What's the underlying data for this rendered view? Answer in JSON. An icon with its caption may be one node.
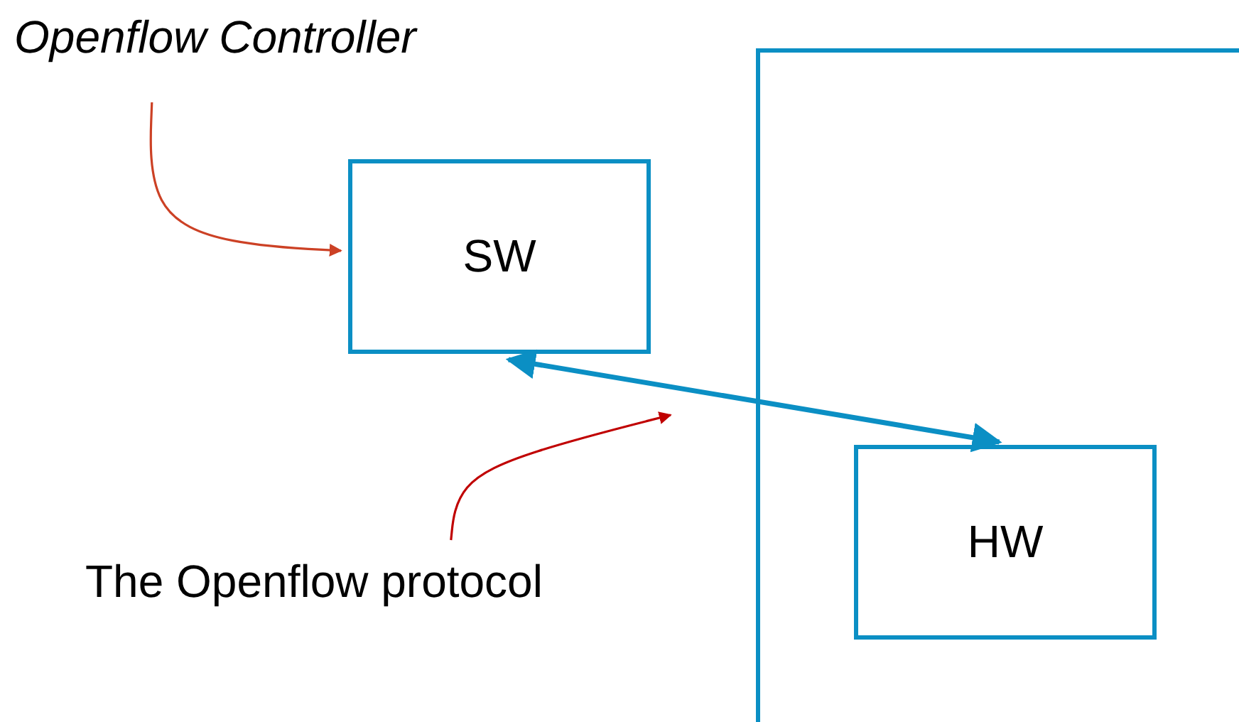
{
  "diagram": {
    "nodes": [
      {
        "text": [
          "Openflow Controller"
        ]
      },
      {
        "text": [
          "SW"
        ]
      },
      {
        "text": [],
        "shape": "box"
      },
      {
        "text": [
          "HW"
        ],
        "in": 2
      },
      {
        "text": [
          "The Openflow protocol"
        ]
      }
    ],
    "edges": [
      {
        "from": 0,
        "to": 1,
        "arrow": "to",
        "color": "#cc4125"
      },
      {
        "from": 1,
        "to": 3,
        "arrow": "both",
        "color": "#0b8fc4",
        "style": "thick"
      },
      {
        "from": 4,
        "to": null,
        "arrow": "to",
        "color": "#c00000"
      }
    ]
  }
}
